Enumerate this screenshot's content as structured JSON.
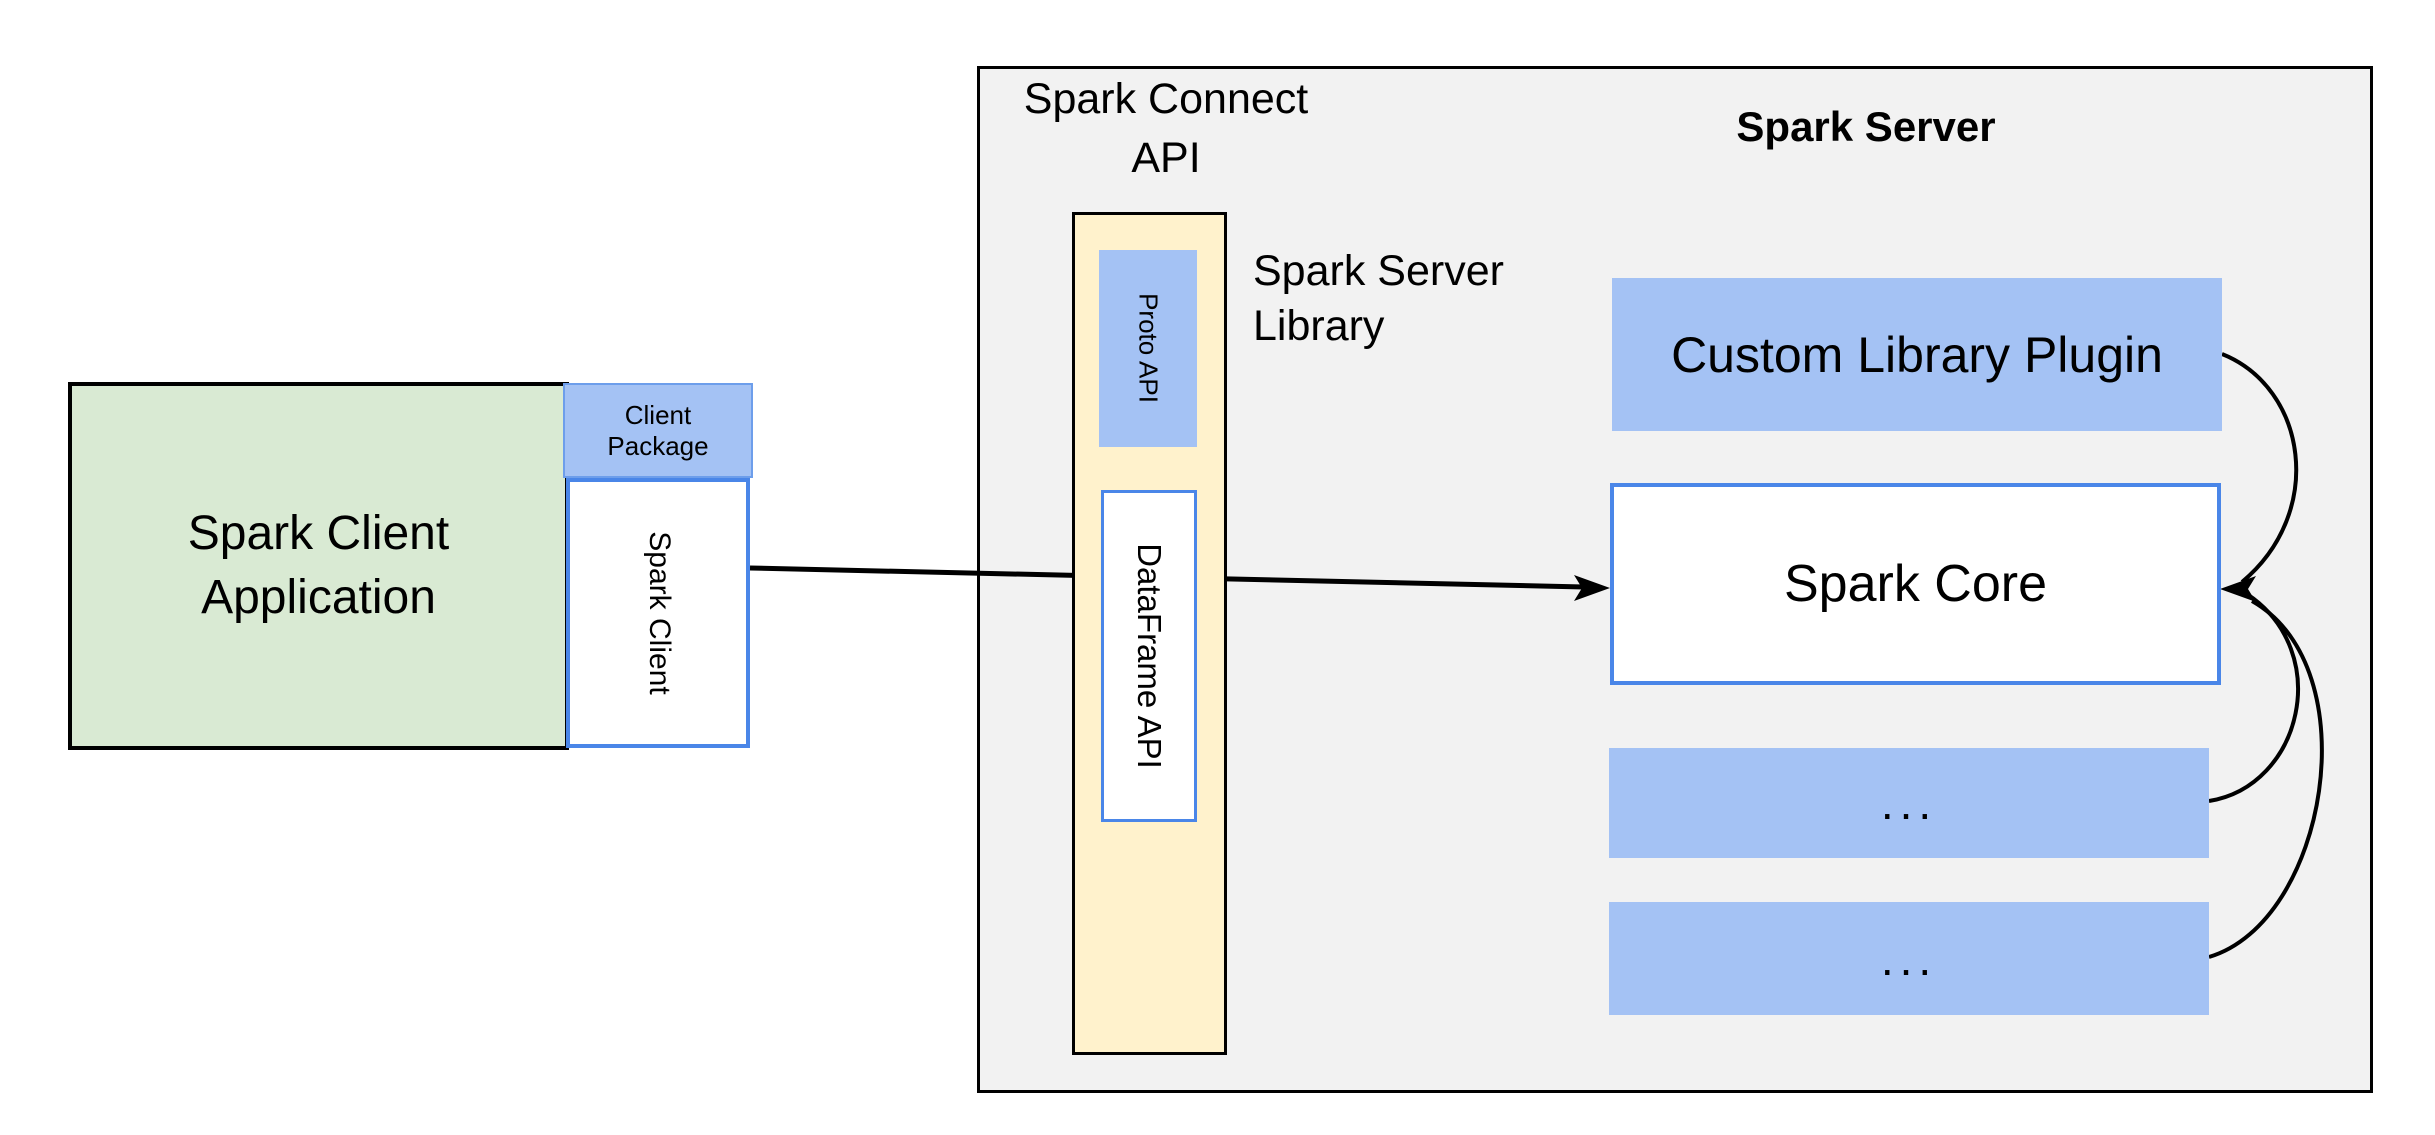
{
  "diagram": {
    "client_application": {
      "label": "Spark Client Application"
    },
    "client_package": {
      "label_line1": "Client",
      "label_line2": "Package"
    },
    "spark_client": {
      "label": "Spark Client"
    },
    "spark_connect_api": {
      "label_line1": "Spark Connect",
      "label_line2": "API"
    },
    "spark_server": {
      "title": "Spark Server"
    },
    "spark_server_library": {
      "label_line1": "Spark Server",
      "label_line2": "Library"
    },
    "proto_api": {
      "label": "Proto API"
    },
    "dataframe_api": {
      "label": "DataFrame API"
    },
    "custom_library_plugin": {
      "label": "Custom Library Plugin"
    },
    "spark_core": {
      "label": "Spark Core"
    },
    "ellipsis_box_1": {
      "label": "..."
    },
    "ellipsis_box_2": {
      "label": "..."
    },
    "colors": {
      "background": "#ffffff",
      "panel_fill": "#f2f2f2",
      "green_fill": "#d9ead3",
      "blue_fill": "#a4c2f4",
      "yellow_fill": "#fff2cc",
      "blue_border": "#4a86e8",
      "black": "#000000"
    }
  }
}
